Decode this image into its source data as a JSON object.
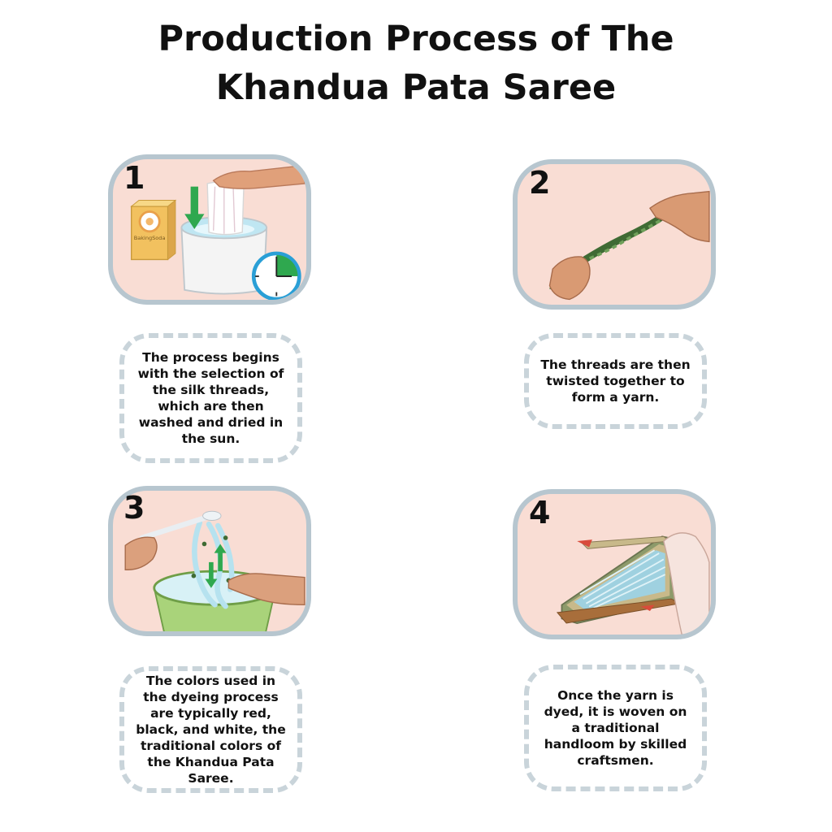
{
  "title": {
    "line1": "Production Process of The",
    "line2": "Khandua Pata Saree"
  },
  "steps": [
    {
      "number": "1",
      "caption": "The process begins with the selection of the silk threads, which are then washed and dried in the sun.",
      "box_label": "BakingSoda"
    },
    {
      "number": "2",
      "caption": "The threads are then twisted together to form a yarn."
    },
    {
      "number": "3",
      "caption": "The colors used in the dyeing process are typically red, black, and white, the traditional colors of the Khandua Pata Saree."
    },
    {
      "number": "4",
      "caption": "Once the yarn is dyed, it is woven on a traditional handloom by skilled craftsmen."
    }
  ],
  "colors": {
    "panel_bg": "#f9ddd4",
    "panel_border": "#b7c6cf",
    "caption_border": "#c9d4da",
    "arrow_green": "#2fa84f",
    "clock_blue": "#2a9fd6"
  }
}
